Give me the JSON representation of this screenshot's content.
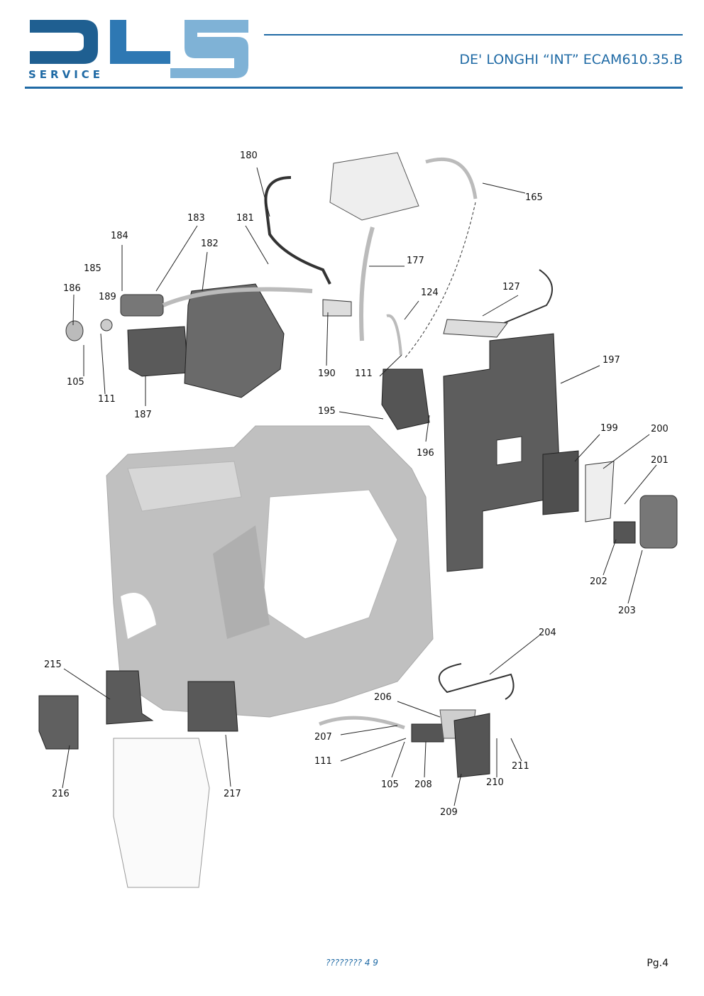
{
  "header": {
    "logo_text": "SERVICE",
    "model_title": "DE' LONGHI  “INT”  ECAM610.35.B"
  },
  "callouts": [
    {
      "id": "c180",
      "label": "180"
    },
    {
      "id": "c165",
      "label": "165"
    },
    {
      "id": "c183",
      "label": "183"
    },
    {
      "id": "c181",
      "label": "181"
    },
    {
      "id": "c184",
      "label": "184"
    },
    {
      "id": "c182",
      "label": "182"
    },
    {
      "id": "c177",
      "label": "177"
    },
    {
      "id": "c185",
      "label": "185"
    },
    {
      "id": "c186",
      "label": "186"
    },
    {
      "id": "c189",
      "label": "189"
    },
    {
      "id": "c124",
      "label": "124"
    },
    {
      "id": "c127",
      "label": "127"
    },
    {
      "id": "c105a",
      "label": "105"
    },
    {
      "id": "c111a",
      "label": "111"
    },
    {
      "id": "c190",
      "label": "190"
    },
    {
      "id": "c111b",
      "label": "111"
    },
    {
      "id": "c197",
      "label": "197"
    },
    {
      "id": "c187",
      "label": "187"
    },
    {
      "id": "c195",
      "label": "195"
    },
    {
      "id": "c199",
      "label": "199"
    },
    {
      "id": "c200",
      "label": "200"
    },
    {
      "id": "c196",
      "label": "196"
    },
    {
      "id": "c201",
      "label": "201"
    },
    {
      "id": "c202",
      "label": "202"
    },
    {
      "id": "c203",
      "label": "203"
    },
    {
      "id": "c204",
      "label": "204"
    },
    {
      "id": "c215",
      "label": "215"
    },
    {
      "id": "c206",
      "label": "206"
    },
    {
      "id": "c207",
      "label": "207"
    },
    {
      "id": "c111c",
      "label": "111"
    },
    {
      "id": "c211",
      "label": "211"
    },
    {
      "id": "c105b",
      "label": "105"
    },
    {
      "id": "c208",
      "label": "208"
    },
    {
      "id": "c210",
      "label": "210"
    },
    {
      "id": "c216",
      "label": "216"
    },
    {
      "id": "c217",
      "label": "217"
    },
    {
      "id": "c209",
      "label": "209"
    }
  ],
  "footer": {
    "center_text": "???????? 4   9",
    "page_label": "Pg.4"
  },
  "colors": {
    "brand_blue": "#1f6aa5",
    "logo_light": "#7fb2d6",
    "part_dark": "#555a60",
    "frame_gray": "#a7a7a7"
  }
}
